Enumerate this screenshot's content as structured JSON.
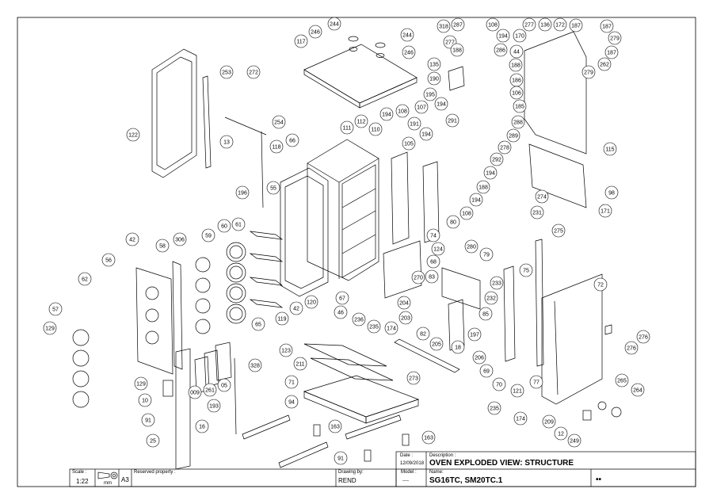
{
  "title_block": {
    "scale_label": "Scale :",
    "scale_value": "1:22",
    "unit": "mm",
    "sheet_size": "A3",
    "reserved_label": "Reserved property :",
    "drawing_by_label": "Drawing by:",
    "drawing_by_value": "REND",
    "model_label": "Model :",
    "model_value": "----",
    "date_label": "Date :",
    "date_value": "12/09/2018",
    "description_label": "Description :",
    "description_value": "OVEN EXPLODED VIEW: STRUCTURE",
    "name_label": "Name:",
    "name_value": "SG16TC, SM20TC.1",
    "revision": "••"
  },
  "balloons": [
    "244",
    "246",
    "244",
    "246",
    "117",
    "253",
    "272",
    "122",
    "13",
    "254",
    "118",
    "66",
    "111",
    "112",
    "110",
    "194",
    "108",
    "105",
    "55",
    "196",
    "42",
    "306",
    "58",
    "56",
    "59",
    "60",
    "61",
    "62",
    "57",
    "129",
    "129",
    "42",
    "119",
    "120",
    "67",
    "65",
    "123",
    "46",
    "236",
    "235",
    "174",
    "204",
    "203",
    "82",
    "205",
    "18",
    "197",
    "206",
    "211",
    "273",
    "71",
    "94",
    "163",
    "163",
    "91",
    "91",
    "10",
    "25",
    "009",
    "261",
    "05",
    "16",
    "193",
    "328",
    "318",
    "287",
    "108",
    "277",
    "194",
    "188",
    "286",
    "135",
    "190",
    "44",
    "188",
    "186",
    "106",
    "195",
    "194",
    "185",
    "191",
    "107",
    "194",
    "291",
    "288",
    "289",
    "278",
    "292",
    "194",
    "188",
    "194",
    "108",
    "80",
    "74",
    "124",
    "68",
    "270",
    "83",
    "280",
    "79",
    "233",
    "232",
    "85",
    "277",
    "136",
    "170",
    "172",
    "187",
    "187",
    "279",
    "262",
    "187",
    "279",
    "115",
    "98",
    "171",
    "274",
    "231",
    "275",
    "75",
    "72",
    "69",
    "70",
    "121",
    "77",
    "235",
    "174",
    "209",
    "12",
    "249",
    "265",
    "264",
    "276",
    "276"
  ]
}
